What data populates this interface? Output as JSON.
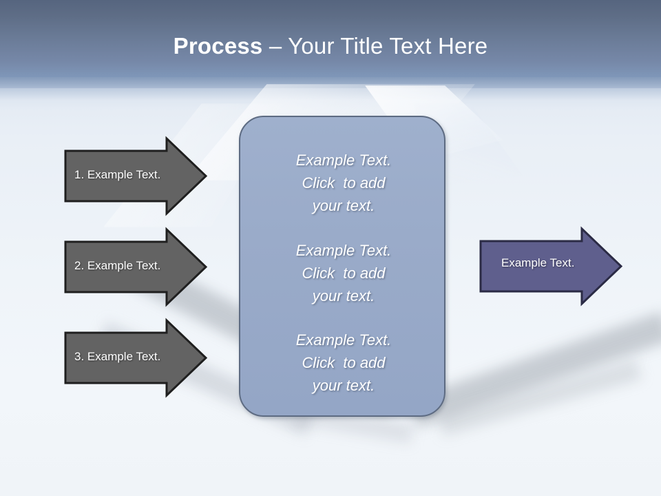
{
  "slide": {
    "title_strong": "Process",
    "title_rest": " – Your Title Text Here",
    "colors": {
      "header_top": "#56657f",
      "header_bottom": "#96aac6",
      "background": "#f0f4f8",
      "gray_arrow_fill": "#636363",
      "gray_arrow_outline": "#1f1f1f",
      "purple_arrow_fill": "#5f5f8d",
      "purple_arrow_outline": "#2b2b45",
      "card_fill": "#9aabc9",
      "card_border": "#5d6b82",
      "text": "#ffffff"
    }
  },
  "left_arrows": [
    {
      "label": "1. Example Text."
    },
    {
      "label": "2. Example Text."
    },
    {
      "label": "3. Example Text."
    }
  ],
  "center_card": {
    "blocks": [
      {
        "line1": "Example Text.",
        "line2": "Click  to add",
        "line3": "your text."
      },
      {
        "line1": "Example Text.",
        "line2": "Click  to add",
        "line3": "your text."
      },
      {
        "line1": "Example Text.",
        "line2": "Click  to add",
        "line3": "your text."
      }
    ]
  },
  "right_arrow": {
    "label": "Example Text."
  }
}
